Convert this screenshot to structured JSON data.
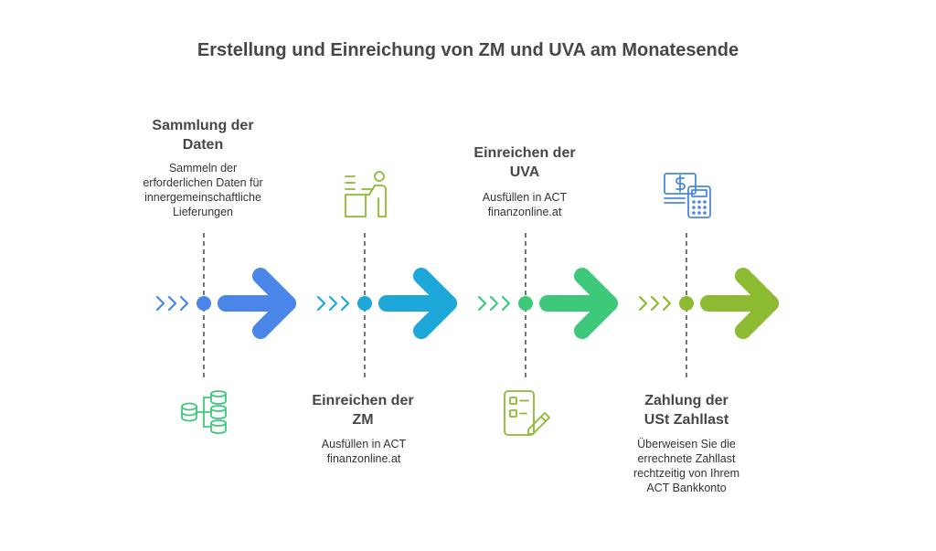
{
  "title": "Erstellung und Einreichung von ZM und UVA am Monatesende",
  "steps": [
    {
      "heading_line1": "Sammlung der",
      "heading_line2": "Daten",
      "desc_lines": [
        "Sammeln der",
        "erforderlichen Daten für",
        "innergemeinschaftliche",
        "Lieferungen"
      ],
      "color": "#4a86e8",
      "icon": "database-icon",
      "text_position": "top"
    },
    {
      "heading_line1": "Einreichen der",
      "heading_line2": "ZM",
      "desc_lines": [
        "Ausfüllen in ACT",
        "finanzonline.at"
      ],
      "color": "#1ea7d9",
      "icon": "person-at-desk-icon",
      "text_position": "bottom"
    },
    {
      "heading_line1": "Einreichen der",
      "heading_line2": "UVA",
      "desc_lines": [
        "Ausfüllen in ACT",
        "finanzonline.at"
      ],
      "color": "#3ec97a",
      "icon": "form-with-pencil-icon",
      "text_position": "top"
    },
    {
      "heading_line1": "Zahlung der",
      "heading_line2": "USt Zahllast",
      "desc_lines": [
        "Überweisen Sie die",
        "errechnete Zahllast",
        "rechtzeitig von Ihrem",
        "ACT Bankkonto"
      ],
      "color": "#8cba30",
      "icon": "money-calculator-icon",
      "text_position": "bottom"
    }
  ]
}
